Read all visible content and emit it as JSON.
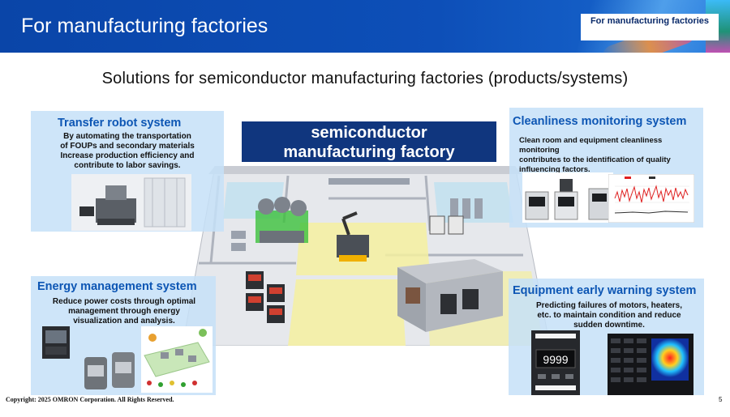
{
  "header": {
    "title": "For manufacturing factories",
    "badge": "For manufacturing factories"
  },
  "subtitle": "Solutions for semiconductor manufacturing factories (products/systems)",
  "center": {
    "title_line1": "semiconductor",
    "title_line2": "manufacturing factory"
  },
  "panels": {
    "transfer": {
      "title": "Transfer robot system",
      "desc": [
        "By automating the transportation",
        "of FOUPs and secondary materials",
        "Increase production efficiency and",
        "contribute to labor savings."
      ]
    },
    "cleanliness": {
      "title": "Cleanliness monitoring system",
      "desc": [
        "Clean room and equipment cleanliness",
        "monitoring",
        "contributes to the identification of quality",
        "influencing factors."
      ]
    },
    "energy": {
      "title": "Energy management system",
      "desc": [
        "Reduce power costs through optimal",
        "management through energy",
        "visualization and analysis."
      ]
    },
    "warning": {
      "title": "Equipment early warning system",
      "desc": [
        "Predicting failures of motors, heaters,",
        "etc. to maintain condition and reduce",
        "sudden downtime."
      ]
    }
  },
  "device": {
    "display_value": "9999"
  },
  "footer": {
    "copyright": "Copyright: 2025 OMRON Corporation. All Rights Reserved.",
    "page": "5"
  },
  "colors": {
    "header_blue": "#0d4fb8",
    "panel_title_blue": "#0d56b4",
    "panel_bg": "#c6e0f8",
    "center_title_bg": "#10367e",
    "floor_highlight": "#f6f2a0"
  }
}
